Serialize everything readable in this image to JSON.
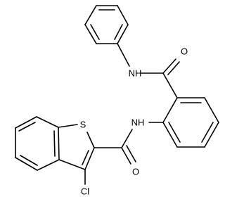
{
  "molecule": {
    "atoms": {
      "o_upper": "O",
      "nh_upper": "NH",
      "nh_lower": "NH",
      "s": "S",
      "o_lower": "O",
      "cl": "Cl"
    }
  }
}
